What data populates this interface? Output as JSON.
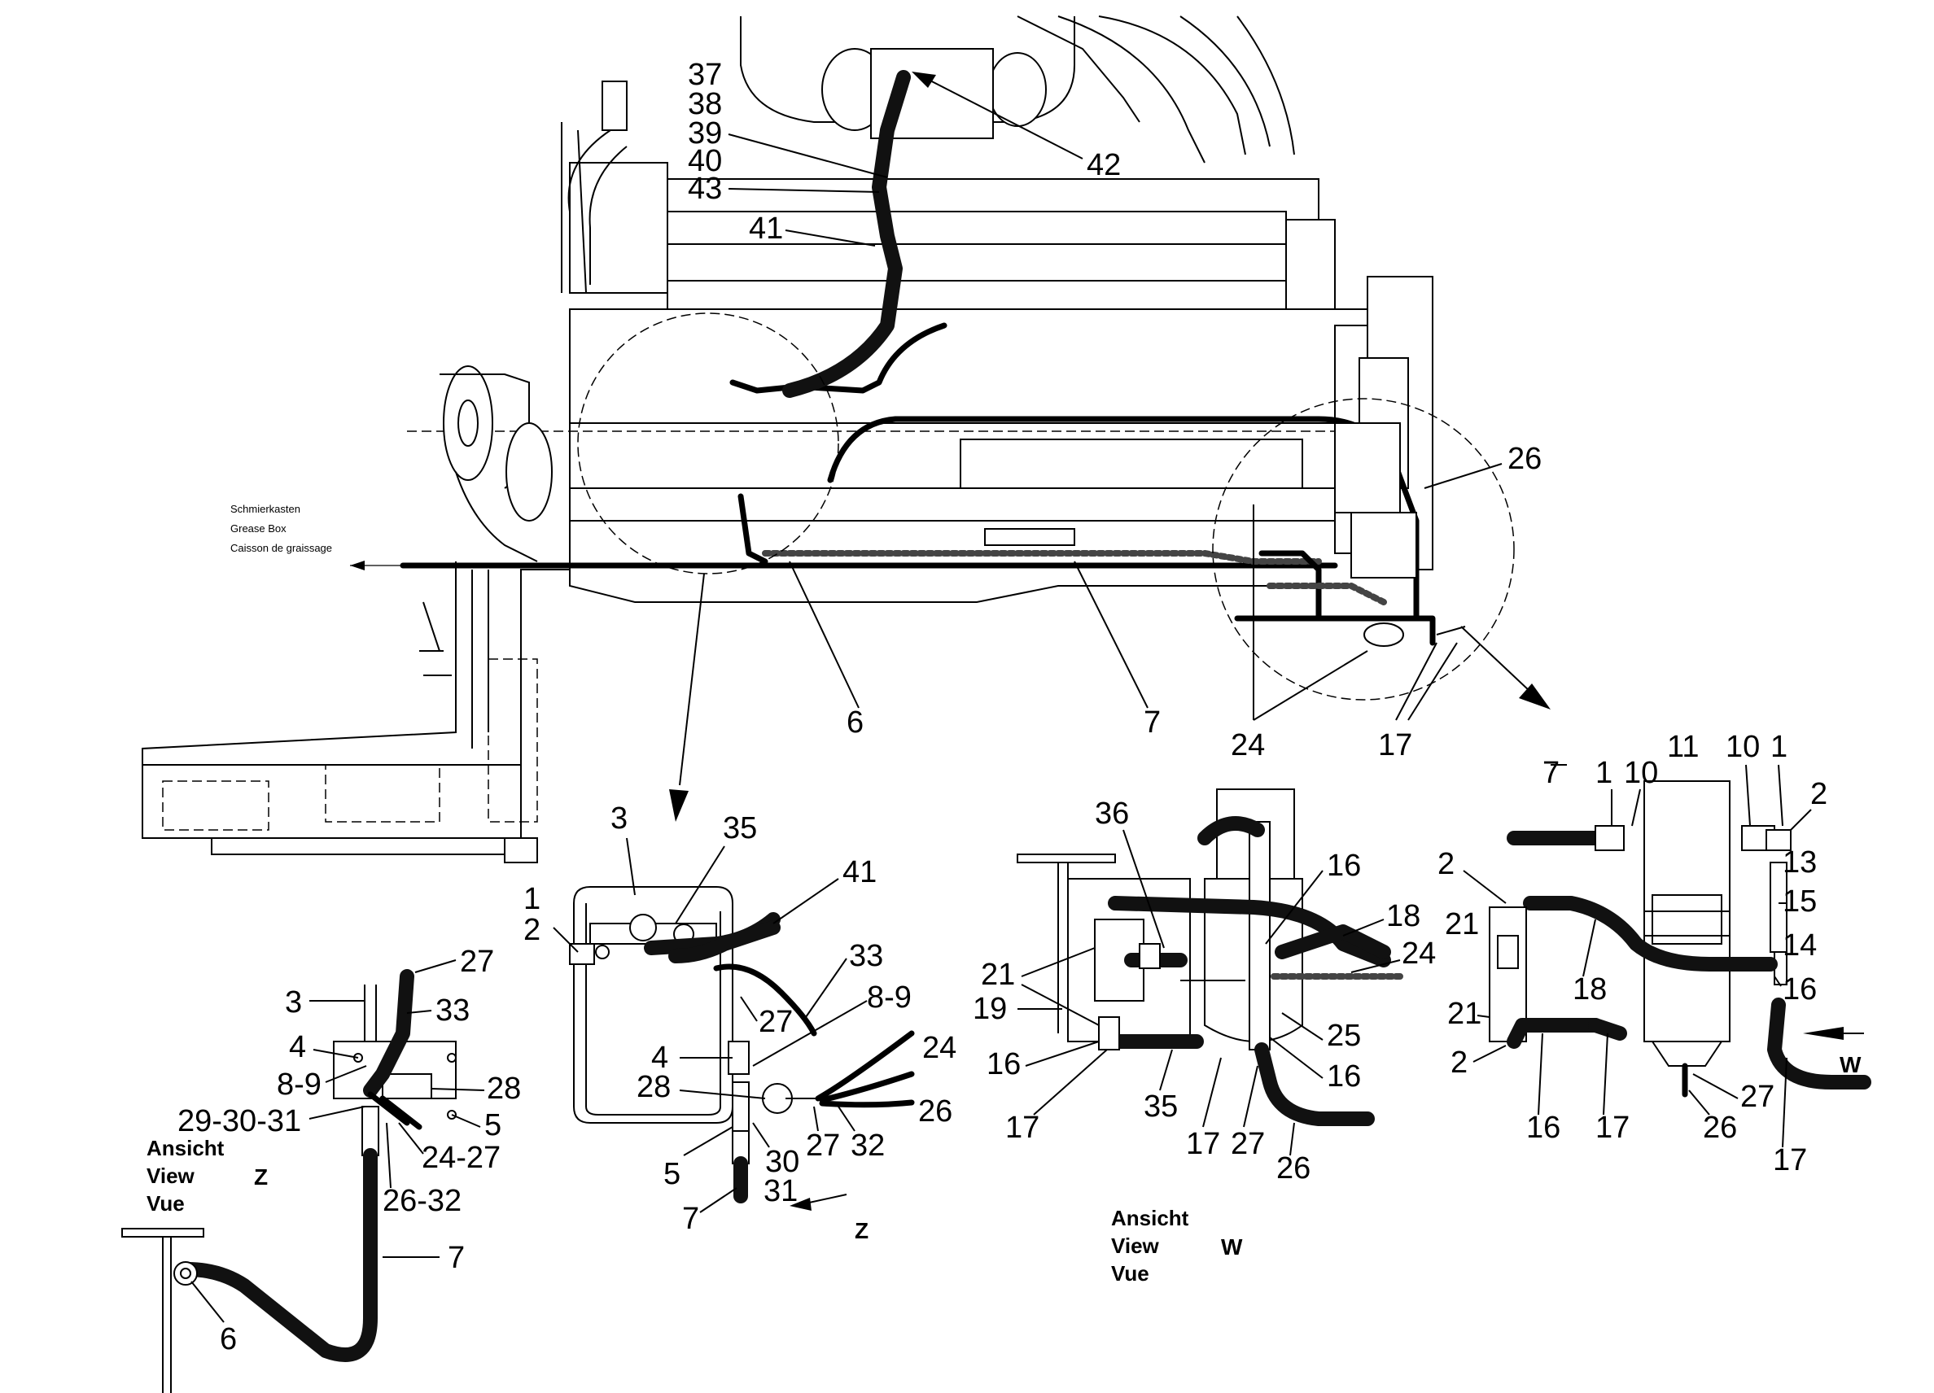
{
  "grease_box_labels": [
    "Schmierkasten",
    "Grease Box",
    "Caisson de graissage"
  ],
  "callouts_main": {
    "n37": "37",
    "n38": "38",
    "n39": "39",
    "n40": "40",
    "n43": "43",
    "n41": "41",
    "n42": "42",
    "n26": "26",
    "n6": "6",
    "n7": "7",
    "n24": "24",
    "n17": "17"
  },
  "view_z_side": {
    "n27": "27",
    "n3": "3",
    "n33": "33",
    "n4": "4",
    "n8_9": "8-9",
    "n28": "28",
    "n29_30_31": "29-30-31",
    "n5": "5",
    "n24_27": "24-27",
    "n26_32": "26-32",
    "n7": "7",
    "n6": "6"
  },
  "view_z_caption": {
    "line1": "Ansicht",
    "line2": "View",
    "line3": "Vue",
    "letter": "Z"
  },
  "detail_center": {
    "n3": "3",
    "n35": "35",
    "n41": "41",
    "n1": "1",
    "n2": "2",
    "n33": "33",
    "n8_9": "8-9",
    "n27a": "27",
    "n4": "4",
    "n24": "24",
    "n28": "28",
    "n26": "26",
    "n5": "5",
    "n30": "30",
    "n27b": "27",
    "n32": "32",
    "n7": "7",
    "n31": "31",
    "z": "Z"
  },
  "detail_w_left": {
    "n36": "36",
    "n16a": "16",
    "n18": "18",
    "n21": "21",
    "n24": "24",
    "n19": "19",
    "n25": "25",
    "n16b": "16",
    "n16c": "16",
    "n17a": "17",
    "n35": "35",
    "n17b": "17",
    "n27": "27",
    "n26": "26"
  },
  "view_w_caption": {
    "line1": "Ansicht",
    "line2": "View",
    "line3": "Vue",
    "letter": "W"
  },
  "detail_w_right": {
    "n7": "7",
    "n1a": "1",
    "n10a": "10",
    "n11": "11",
    "n10b": "10",
    "n1b": "1",
    "n2a": "2",
    "n2b": "2",
    "n13": "13",
    "n15": "15",
    "n21a": "21",
    "n14": "14",
    "n18": "18",
    "n16a": "16",
    "n21b": "21",
    "n2c": "2",
    "w": "W",
    "n16b": "16",
    "n17a": "17",
    "n26": "26",
    "n27": "27",
    "n17b": "17"
  }
}
